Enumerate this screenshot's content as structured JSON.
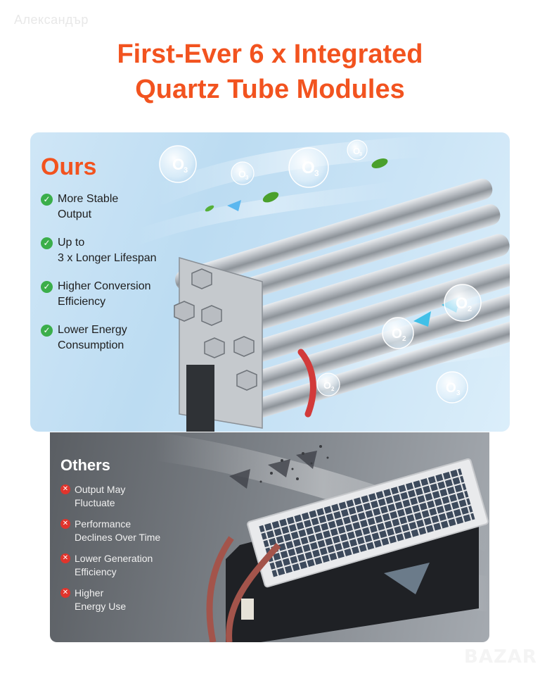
{
  "watermark": "Александър",
  "headline": {
    "line1": "First-Ever 6 x Integrated",
    "line2": "Quartz Tube Modules"
  },
  "ours": {
    "title": "Ours",
    "items": [
      {
        "line1": "More Stable",
        "line2": "Output"
      },
      {
        "line1": "Up to",
        "line2": "3 x Longer Lifespan"
      },
      {
        "line1": "Higher Conversion",
        "line2": "Efficiency"
      },
      {
        "line1": "Lower Energy",
        "line2": "Consumption"
      }
    ],
    "bubbles": [
      {
        "label": "O",
        "sub": "3"
      },
      {
        "label": "O",
        "sub": "3"
      },
      {
        "label": "O",
        "sub": "3"
      },
      {
        "label": "O",
        "sub": "3"
      },
      {
        "label": "O",
        "sub": "2"
      },
      {
        "label": "O",
        "sub": "2"
      },
      {
        "label": "O",
        "sub": "2"
      },
      {
        "label": "O",
        "sub": "3"
      }
    ]
  },
  "others": {
    "title": "Others",
    "items": [
      {
        "line1": "Output May",
        "line2": "Fluctuate"
      },
      {
        "line1": "Performance",
        "line2": "Declines Over Time"
      },
      {
        "line1": "Lower Generation",
        "line2": "Efficiency"
      },
      {
        "line1": "Higher",
        "line2": "Energy Use"
      }
    ]
  },
  "logo": "BAZAR",
  "colors": {
    "accent": "#f2531f",
    "check": "#3bae4a",
    "cross": "#e0342c"
  }
}
